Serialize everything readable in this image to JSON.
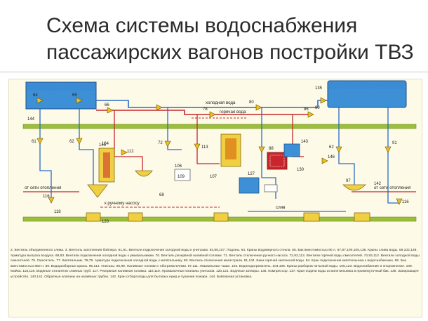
{
  "slide": {
    "title_line1": "Схема системы водоснабжения",
    "title_line2": "пассажирских вагонов постройки ТВЗ"
  },
  "diagram": {
    "pipe_labels": {
      "cold": "холодная вода",
      "hot": "горячая вода",
      "drain": "слив",
      "heat_left": "от сети отопления",
      "heat_right": "от сети отопления",
      "pump": "к ручному насосу"
    },
    "component_numbers": [
      "144",
      "145",
      "106",
      "109",
      "107",
      "130",
      "135",
      "90",
      "64",
      "65",
      "66",
      "61",
      "62",
      "68",
      "86",
      "91",
      "116",
      "118",
      "120",
      "116",
      "127",
      "97",
      "142",
      "112",
      "113",
      "164",
      "78",
      "80",
      "88",
      "72",
      "146",
      "62",
      "143"
    ],
    "colors": {
      "water_tank": "#3d8fd6",
      "cold_pipe": "#2b6cc4",
      "hot_pipe": "#c8262c",
      "frame": "#9bbf3a",
      "fitting": "#e8c020",
      "boiler": "#f0d040"
    },
    "legend_text": "2. Вентиль объединенного слива. 3. Вентиль заполнения бойлера. 61,91. Вентили подключения холодной воды к унитазам. 63,85,107. Подоны. 64. Краны водомерного стекла. 66. Бак вместимостью 80 л. 67,87,100,105,136. Краны слива воды. 68,102,138. Арматура выпуска воздуха. 69,83. Вентили подключения холодной воды к умывальникам. 70. Вентиль резервной наливной головки. 71. Вентиль отключения ручного насоса. 72,92,113. Вентили горячей воды смесителей. 74,93,112. Вентили холодной воды смесителей. 75. Смеситель. 77. Кипятильник. 78,79. Арматура подключения холодной воды к кипятильнику. 80. Вентиль отключения магистрали. 81,134. Баки горячей кипяченой воды. 84. Кран подключения кипятильника к водоснабжению. 86. Бак вместимостью 850 л. 89. Водоразборные краны. 95,114. Унитазы. 96,99. Наливные головки с обогревателями. 97,111. Умывальные чаши. 103. Водоподогреватель. 104,105. Краны разборов питьевой воды. 106,123. Водоснабжение и опорожнение. 109. Майка. 115,116. Водяные отопители сливных труб. 117. Резервная наливная головка. 118,119. Промывочные клапаны унитазов. 120,121. Водяные затворы. 135. Компрессор. 137. Кран подачи воды из кипятильника в промежуточный бак. 139. Запирающее устройство. 140,141. Обратные клапаны на наливных трубах. 142. Кран отбора воды для бытовых нужд и тушения пожара. 144. Бойлерная установка."
  }
}
